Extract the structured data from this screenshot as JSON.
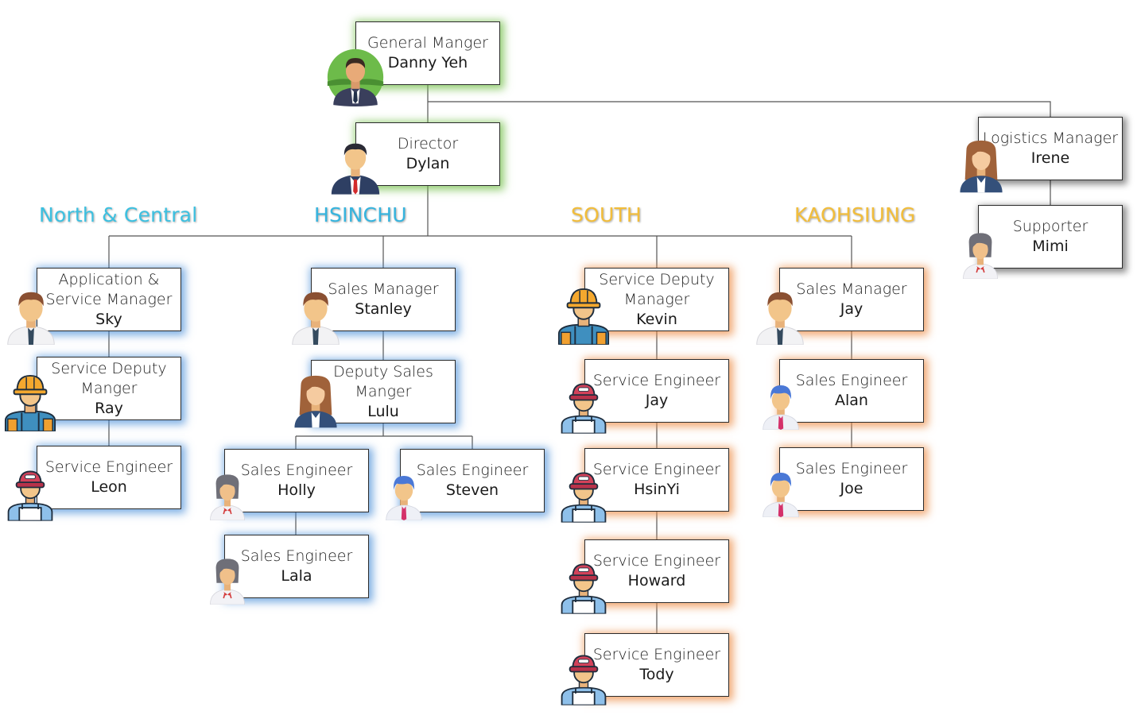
{
  "regions": {
    "north_central": {
      "label": "North & Central",
      "color": "#3cc0e0"
    },
    "hsinchu": {
      "label": "HSINCHU",
      "color": "#36b4de"
    },
    "south": {
      "label": "SOUTH",
      "color": "#f2bd3a"
    },
    "kaohsiung": {
      "label": "KAOHSIUNG",
      "color": "#f2bd3a"
    }
  },
  "nodes": {
    "gm": {
      "role": "General Manger",
      "name": "Danny Yeh",
      "avatar": "manager-green-avatar-icon"
    },
    "director": {
      "role": "Director",
      "name": "Dylan",
      "avatar": "businessman-avatar-icon"
    },
    "logistics": {
      "role": "Logistics Manager",
      "name": "Irene",
      "avatar": "businesswoman-avatar-icon"
    },
    "supporter": {
      "role": "Supporter",
      "name": "Mimi",
      "avatar": "female-staff-avatar-icon"
    },
    "sky": {
      "role": "Application &\nService Manager",
      "name": "Sky",
      "avatar": "male-staff-avatar-icon"
    },
    "ray": {
      "role": "Service Deputy\nManger",
      "name": "Ray",
      "avatar": "hardhat-worker-avatar-icon"
    },
    "leon": {
      "role": "Service Engineer",
      "name": "Leon",
      "avatar": "cap-engineer-avatar-icon"
    },
    "stanley": {
      "role": "Sales Manager",
      "name": "Stanley",
      "avatar": "male-staff-avatar-icon"
    },
    "lulu": {
      "role": "Deputy Sales\nManger",
      "name": "Lulu",
      "avatar": "businesswoman-avatar-icon"
    },
    "holly": {
      "role": "Sales Engineer",
      "name": "Holly",
      "avatar": "female-staff-avatar-icon"
    },
    "steven": {
      "role": "Sales Engineer",
      "name": "Steven",
      "avatar": "blue-hair-staff-avatar-icon"
    },
    "lala": {
      "role": "Sales Engineer",
      "name": "Lala",
      "avatar": "female-staff-avatar-icon"
    },
    "kevin": {
      "role": "Service Deputy\nManager",
      "name": "Kevin",
      "avatar": "hardhat-worker-avatar-icon"
    },
    "jay_s": {
      "role": "Service Engineer",
      "name": "Jay",
      "avatar": "cap-engineer-avatar-icon"
    },
    "hsinyi": {
      "role": "Service Engineer",
      "name": "HsinYi",
      "avatar": "cap-engineer-avatar-icon"
    },
    "howard": {
      "role": "Service Engineer",
      "name": "Howard",
      "avatar": "cap-engineer-avatar-icon"
    },
    "tody": {
      "role": "Service Engineer",
      "name": "Tody",
      "avatar": "cap-engineer-avatar-icon"
    },
    "jay_k": {
      "role": "Sales Manager",
      "name": "Jay",
      "avatar": "male-staff-avatar-icon"
    },
    "alan": {
      "role": "Sales Engineer",
      "name": "Alan",
      "avatar": "blue-hair-staff-avatar-icon"
    },
    "joe": {
      "role": "Sales Engineer",
      "name": "Joe",
      "avatar": "blue-hair-staff-avatar-icon"
    }
  }
}
